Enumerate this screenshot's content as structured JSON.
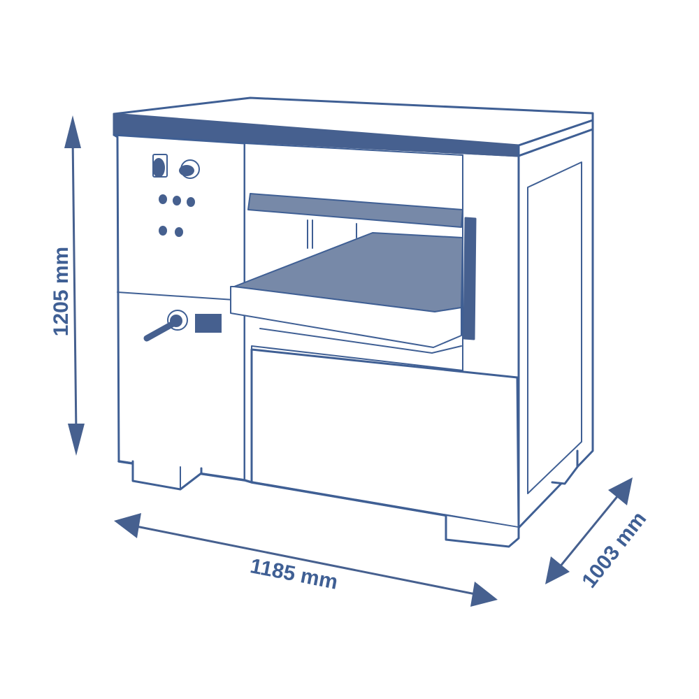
{
  "diagram": {
    "subject": "thickness planer machine line drawing",
    "colors": {
      "line": "#3f5f94",
      "fill_dark": "#46608f",
      "fill_table": "#7789a8",
      "background": "#ffffff"
    },
    "dimensions": {
      "height": {
        "label": "1205 mm",
        "value": 1205,
        "unit": "mm"
      },
      "width": {
        "label": "1185 mm",
        "value": 1185,
        "unit": "mm"
      },
      "depth": {
        "label": "1003 mm",
        "value": 1003,
        "unit": "mm"
      }
    },
    "components": [
      "top-cover",
      "control-panel",
      "emergency-stop-button",
      "start-knob",
      "indicator-buttons-row-1",
      "indicator-buttons-row-2",
      "height-adjust-handwheel",
      "digital-readout",
      "feed-roller-bar",
      "work-table",
      "table-side-rail",
      "side-access-panel",
      "feet"
    ]
  }
}
